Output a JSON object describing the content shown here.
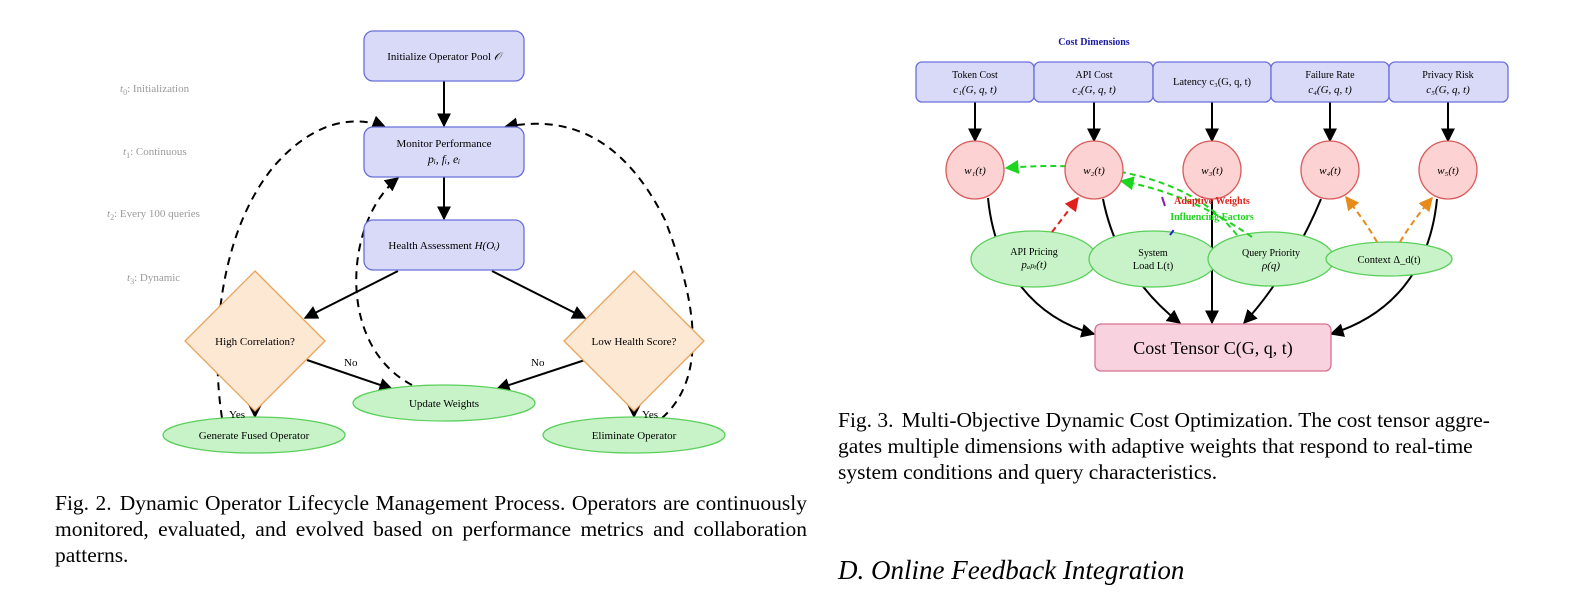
{
  "fig2": {
    "time_labels": [
      {
        "sym": "t",
        "sub": "0",
        "text": ": Initialization"
      },
      {
        "sym": "t",
        "sub": "1",
        "text": ": Continuous"
      },
      {
        "sym": "t",
        "sub": "2",
        "text": ": Every 100 queries"
      },
      {
        "sym": "t",
        "sub": "3",
        "text": ": Dynamic"
      }
    ],
    "init": {
      "text": "Initialize Operator Pool",
      "math": "𝒪"
    },
    "monitor": {
      "line1": "Monitor Performance",
      "line2": "pᵢ, fᵢ, eᵢ"
    },
    "health": {
      "text": "Health Assessment",
      "math": "H(Oᵢ)"
    },
    "high_corr": "High Correlation?",
    "low_health": "Low Health Score?",
    "update": "Update Weights",
    "fused": "Generate Fused Operator",
    "eliminate": "Eliminate Operator",
    "edge_no_left": "No",
    "edge_no_right": "No",
    "edge_yes_left": "Yes",
    "edge_yes_right": "Yes",
    "caption_label": "Fig. 2.",
    "caption_text": "Dynamic Operator Lifecycle Management Process. Operators are continuously monitored, evaluated, and evolved based on performance metrics and collaboration patterns."
  },
  "fig3": {
    "header": "Cost Dimensions",
    "dims": [
      {
        "l1": "Token Cost",
        "l2": "c₁(G, q, t)"
      },
      {
        "l1": "API Cost",
        "l2": "c₂(G, q, t)"
      },
      {
        "l1": "Latency c₃(G, q, t)",
        "l2": ""
      },
      {
        "l1": "Failure Rate",
        "l2": "c₄(G, q, t)"
      },
      {
        "l1": "Privacy Risk",
        "l2": "c₅(G, q, t)"
      }
    ],
    "weights": [
      "w₁(t)",
      "w₂(t)",
      "w₃(t)",
      "w₄(t)",
      "w₅(t)"
    ],
    "factors": [
      {
        "l1": "API Pricing",
        "l2": "pₐₚᵢ(t)"
      },
      {
        "l1": "System",
        "l2": "Load L(t)"
      },
      {
        "l1": "Query Priority",
        "l2": "ρ(q)"
      },
      {
        "l1": "Context Δ_d(t)",
        "l2": ""
      }
    ],
    "adaptive_label": "Adaptive Weights",
    "influencing_label": "Influencing Factors",
    "tensor": "Cost Tensor C(G, q, t)",
    "colors": {
      "red_arrow": "#e0201b",
      "green_arrow": "#1fd41f",
      "orange_arrow": "#e88a1a",
      "header": "#1a1aa0"
    },
    "caption_label": "Fig. 3.",
    "caption_line1": "Multi-Objective Dynamic Cost Optimization. The cost tensor aggre-",
    "caption_line2": "gates multiple dimensions with adaptive weights that respond to real-time",
    "caption_line3": "system conditions and query characteristics."
  },
  "section_title": "D.  Online Feedback Integration"
}
